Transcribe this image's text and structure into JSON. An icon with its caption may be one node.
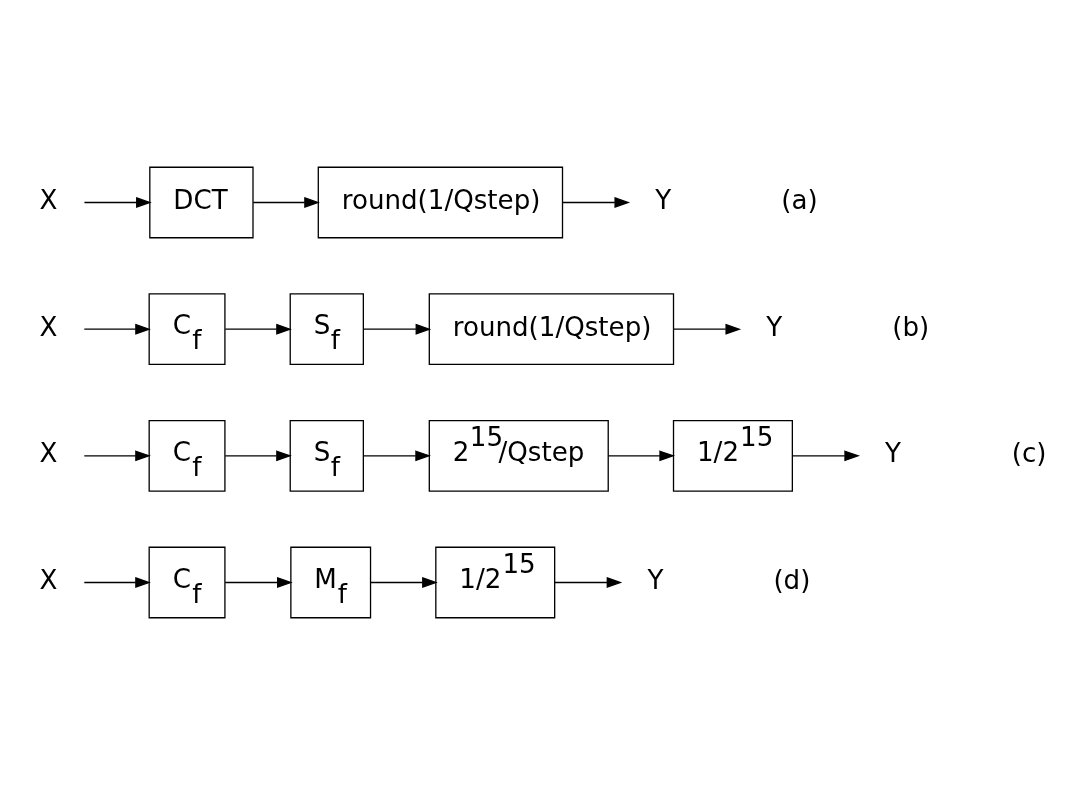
{
  "diagram": {
    "nodes": [
      {
        "text": [
          "X"
        ]
      },
      {
        "text": [
          "DCT"
        ]
      },
      {
        "text": [
          "round(1/Qstep)"
        ]
      },
      {
        "text": [
          "Y"
        ]
      },
      {
        "text": [
          "X"
        ]
      },
      {
        "text": [
          "C$_{f}$"
        ]
      },
      {
        "text": [
          "S$_{f}$"
        ]
      },
      {
        "text": [
          "round(1/Qstep)"
        ]
      },
      {
        "text": [
          "Y"
        ]
      },
      {
        "text": [
          "X"
        ]
      },
      {
        "text": [
          "C$_{f}$"
        ]
      },
      {
        "text": [
          "S$_{f}$"
        ]
      },
      {
        "text": [
          "2$^{15}$/Qstep"
        ]
      },
      {
        "text": [
          "1/2$^{15}$"
        ]
      },
      {
        "text": [
          "Y"
        ]
      },
      {
        "text": [
          "X"
        ]
      },
      {
        "text": [
          "C$_{f}$"
        ]
      },
      {
        "text": [
          "M$_{f}$"
        ]
      },
      {
        "text": [
          "1/2$^{15}$"
        ]
      },
      {
        "text": [
          "Y"
        ]
      }
    ],
    "edges": [
      {
        "from": 0,
        "to": 1,
        "arrow": "to"
      },
      {
        "from": 1,
        "to": 2,
        "arrow": "to"
      },
      {
        "from": 2,
        "to": 3,
        "arrow": "to"
      },
      {
        "from": 4,
        "to": 5,
        "arrow": "to"
      },
      {
        "from": 5,
        "to": 6,
        "arrow": "to"
      },
      {
        "from": 6,
        "to": 7,
        "arrow": "to"
      },
      {
        "from": 7,
        "to": 8,
        "arrow": "to"
      },
      {
        "from": 9,
        "to": 10,
        "arrow": "to"
      },
      {
        "from": 10,
        "to": 11,
        "arrow": "to"
      },
      {
        "from": 11,
        "to": 12,
        "arrow": "to"
      },
      {
        "from": 12,
        "to": 13,
        "arrow": "to"
      },
      {
        "from": 13,
        "to": 14,
        "arrow": "to"
      },
      {
        "from": 15,
        "to": 16,
        "arrow": "to"
      },
      {
        "from": 16,
        "to": 17,
        "arrow": "to"
      },
      {
        "from": 17,
        "to": 18,
        "arrow": "to"
      },
      {
        "from": 18,
        "to": 19,
        "arrow": "to"
      }
    ],
    "labels": [
      "(a)",
      "(b)",
      "(c)",
      "(d)"
    ]
  }
}
